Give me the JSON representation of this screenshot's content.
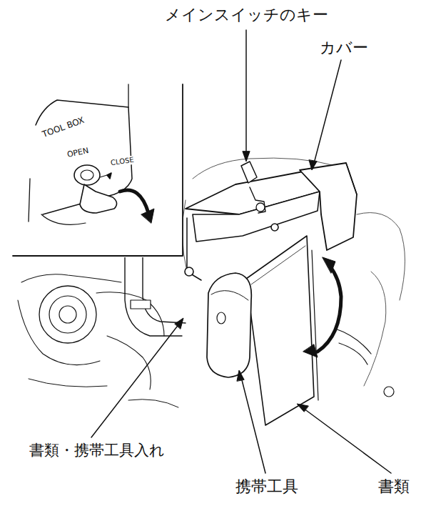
{
  "diagram": {
    "labels": [
      "メインスイッチのキー",
      "カバー",
      "TOOL BOX",
      "OPEN",
      "CLOSE",
      "書類・携帯工具入れ",
      "携帯工具",
      "書類"
    ]
  }
}
